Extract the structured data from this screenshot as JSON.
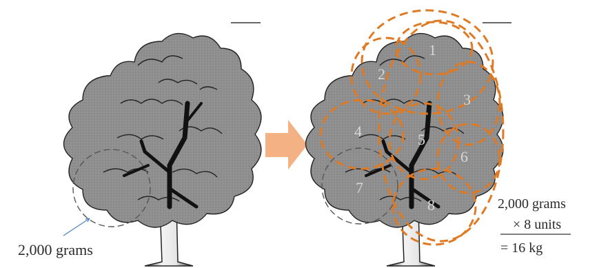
{
  "left_panel": {
    "sample_label": "2,000 grams"
  },
  "right_panel": {
    "unit_numbers": [
      "1",
      "2",
      "3",
      "4",
      "5",
      "6",
      "7",
      "8"
    ],
    "calculation": {
      "line1": "2,000 grams",
      "line2": "× 8 units",
      "line3": "= 16 kg"
    }
  },
  "colors": {
    "foliage": "#8f8f8f",
    "outline": "#222222",
    "dashed_region": "#e07a22",
    "arrow": "#f4b183",
    "sample_circle": "#555555",
    "pointer": "#4a7fc0"
  },
  "icons": {
    "transition": "right-arrow-icon"
  }
}
